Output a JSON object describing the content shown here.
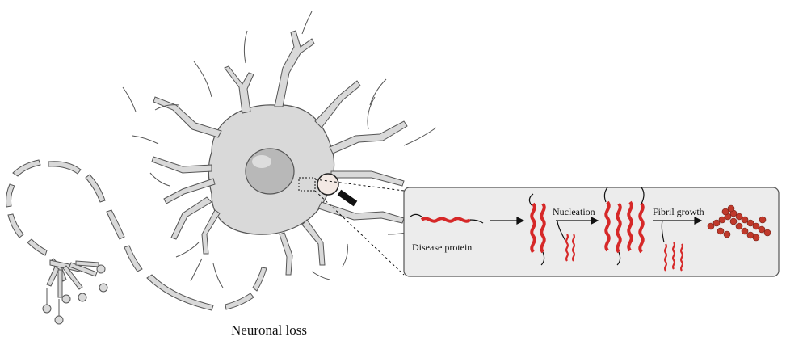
{
  "labels": {
    "caption": "Neuronal loss",
    "disease_protein": "Disease protein",
    "nucleation": "Nucleation",
    "fibril_growth": "Fibril growth"
  },
  "colors": {
    "cell_fill": "#d9d9d9",
    "nucleus_fill": "#b8b8b8",
    "outline": "#555555",
    "protein_red": "#d62828",
    "aggregate_red": "#c0392b",
    "panel_fill": "#ececec",
    "lens_fill": "#f3e9e4"
  },
  "icons": {
    "magnifier": "magnifier-icon"
  }
}
